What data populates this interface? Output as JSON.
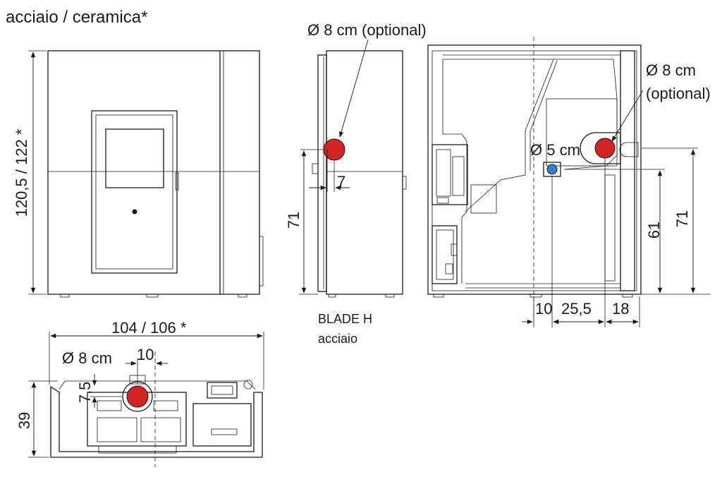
{
  "title": "acciaio / ceramica*",
  "colors": {
    "line": "#1a1a1a",
    "flue_red": "#d32222",
    "air_blue": "#2f7fcf",
    "background": "#ffffff"
  },
  "front_view": {
    "height_label": "120,5 / 122 *"
  },
  "side_view": {
    "flue_label": "Ø 8 cm (optional)",
    "offset_label": "7",
    "height_label": "71",
    "model_line1": "BLADE H",
    "model_line2": "acciaio"
  },
  "rear_view": {
    "flue_label_line1": "Ø 8 cm",
    "flue_label_line2": "(optional)",
    "air_label": "Ø 5 cm",
    "height_air_label": "61",
    "height_flue_label": "71",
    "dim_left_label": "10",
    "dim_mid_label": "25,5",
    "dim_right_label": "18"
  },
  "top_view": {
    "width_label": "104 / 106 *",
    "flue_label": "Ø 8 cm",
    "offset_x_label": "10",
    "offset_y_label": "7,5",
    "depth_label": "39"
  }
}
